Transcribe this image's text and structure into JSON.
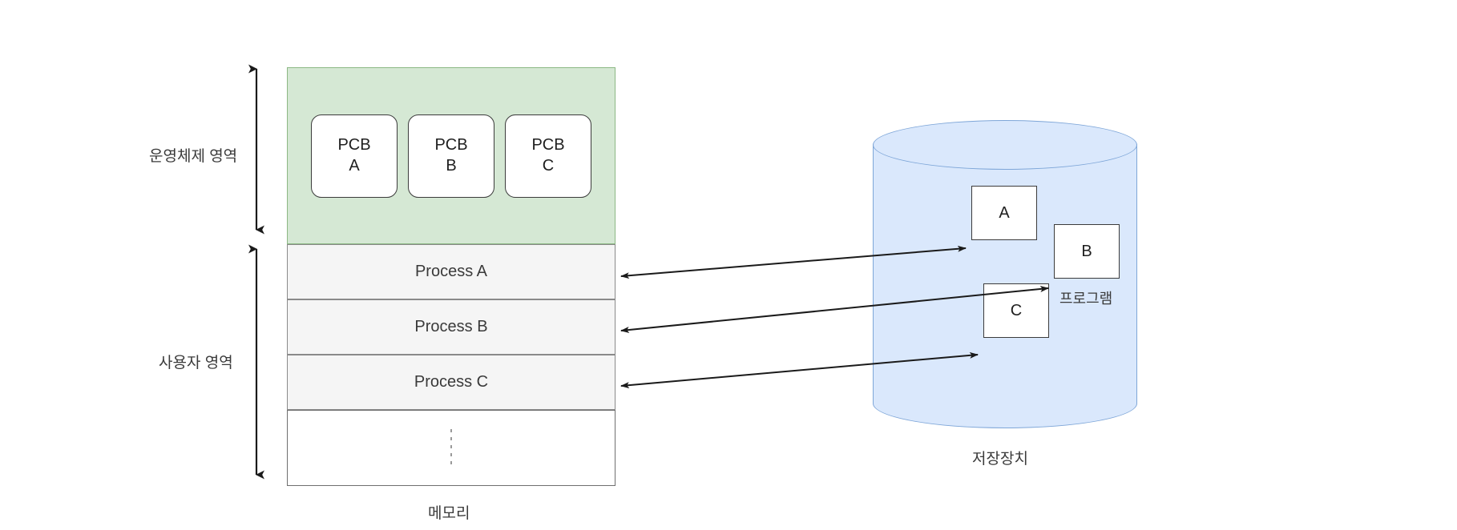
{
  "diagram": {
    "title_hidden": "",
    "memory": {
      "caption": "메모리",
      "regions": [
        {
          "key": "os",
          "label": "운영체제 영역",
          "fill": "#d5e8d4",
          "stroke": "#8cb884"
        },
        {
          "key": "user",
          "label": "사용자 영역",
          "fill": "#f5f5f5",
          "stroke": "#8a8a8a"
        }
      ],
      "pcbs": [
        {
          "line1": "PCB",
          "line2": "A"
        },
        {
          "line1": "PCB",
          "line2": "B"
        },
        {
          "line1": "PCB",
          "line2": "C"
        }
      ],
      "processes": [
        {
          "label": "Process A"
        },
        {
          "label": "Process B"
        },
        {
          "label": "Process C"
        }
      ],
      "empty_slot": {
        "label": "⋮",
        "style": "vertical-dots"
      }
    },
    "storage": {
      "caption": "저장장치",
      "inner_label": "프로그램",
      "fill": "#dae8fc",
      "stroke": "#7ea6d8",
      "programs": [
        {
          "label": "A"
        },
        {
          "label": "B"
        },
        {
          "label": "C"
        }
      ]
    },
    "connections": [
      {
        "from": "Process A",
        "to": "A",
        "kind": "bidirectional"
      },
      {
        "from": "Process B",
        "to": "B",
        "kind": "bidirectional"
      },
      {
        "from": "Process C",
        "to": "C",
        "kind": "bidirectional"
      }
    ],
    "colors": {
      "os_region": "#d5e8d4",
      "user_region": "#f5f5f5",
      "storage": "#dae8fc",
      "stroke_dark": "#3b3b3b",
      "text": "#3a3a3a"
    }
  }
}
